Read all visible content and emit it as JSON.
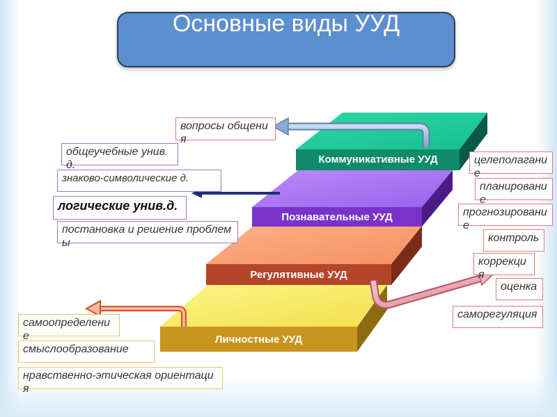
{
  "title": "Основные виды УУД",
  "steps": {
    "communicative": "Коммуникативные УУД",
    "cognitive": "Познавательные УУД",
    "regulative": "Регулятивные УУД",
    "personal": "Личностные УУД"
  },
  "communicative_notes": [
    "вопросы общения"
  ],
  "cognitive_notes": [
    "общеучебные унив.д.",
    "знаково-символические д.",
    "логические унив.д.",
    "постановка и решение проблемы"
  ],
  "regulative_notes": [
    "целеполагание",
    "планирование",
    "прогнозирование",
    "контроль",
    "коррекция",
    "оценка",
    "саморегуляция"
  ],
  "personal_notes": [
    "самоопределение",
    "смыслообразование",
    "нравственно-этическая ориентация"
  ],
  "colors": {
    "title_fill": "#5b8fd0",
    "communicative": "#0f8a6a",
    "cognitive": "#7a33c9",
    "regulative": "#b5452a",
    "personal": "#c08a1c"
  }
}
